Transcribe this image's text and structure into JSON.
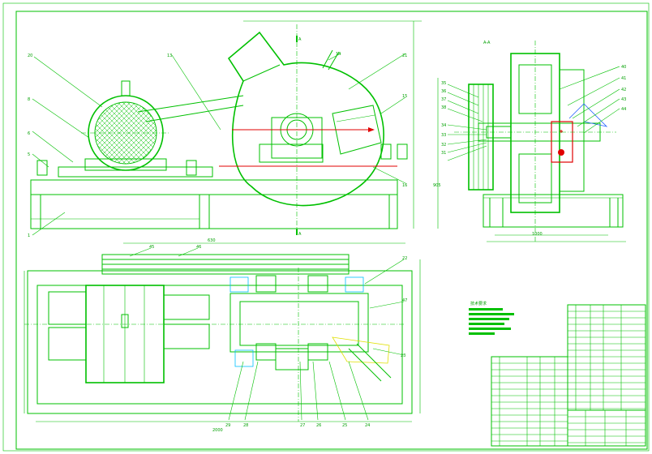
{
  "view_title_side": "A-A",
  "section_mark": "A",
  "balloons_front": [
    "20",
    "21",
    "13",
    "14",
    "8",
    "6",
    "5",
    "1",
    "15",
    "16"
  ],
  "balloons_side": [
    "35",
    "36",
    "37",
    "38",
    "34",
    "33",
    "32",
    "31",
    "40",
    "41",
    "42",
    "43",
    "44"
  ],
  "balloons_plan": [
    "45",
    "46",
    "22",
    "47",
    "23",
    "24",
    "25",
    "26",
    "27",
    "28",
    "29"
  ],
  "dims": {
    "plan_top": "630",
    "plan_bottom": "2000",
    "side_width": "1000",
    "side_height": "905"
  },
  "notes_title": "技术要求",
  "colors": {
    "line": "#00c000",
    "accent_red": "#e00000",
    "accent_blue": "#2060ff",
    "accent_cyan": "#00c0ff",
    "accent_yellow": "#e0e000"
  }
}
